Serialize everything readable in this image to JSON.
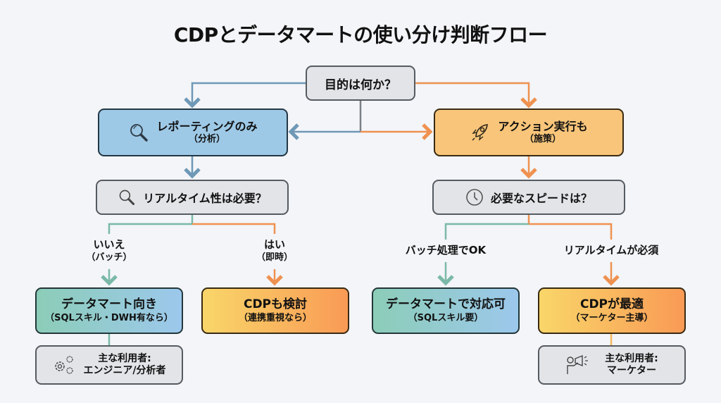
{
  "title": "CDPとデータマートの使い分け判断フロー",
  "colors": {
    "blue_line": "#6e98b6",
    "orange_line": "#ef9150",
    "teal_line": "#7bb9a6",
    "gray_line": "#7a8087"
  },
  "nodes": {
    "root": {
      "main": "目的は何か？"
    },
    "reporting": {
      "main": "レポーティングのみ",
      "sub": "（分析）",
      "icon": "magnifier-icon"
    },
    "action": {
      "main": "アクション実行も",
      "sub": "（施策）",
      "icon": "rocket-icon"
    },
    "realtime_q": {
      "main": "リアルタイム性は必要？",
      "icon": "magnifier-icon"
    },
    "speed_q": {
      "main": "必要なスピードは？",
      "icon": "clock-icon"
    },
    "datamart_fit": {
      "main": "データマート向き",
      "sub": "（SQLスキル・DWH有なら）"
    },
    "cdp_consider": {
      "main": "CDPも検討",
      "sub": "（連携重視なら）"
    },
    "datamart_ok": {
      "main": "データマートで対応可",
      "sub": "（SQLスキル要）"
    },
    "cdp_best": {
      "main": "CDPが最適",
      "sub": "（マーケター主導）"
    },
    "users_engineer": {
      "main": "主な利用者:",
      "sub": "エンジニア/分析者",
      "icon": "gears-icon"
    },
    "users_marketer": {
      "main": "主な利用者:",
      "sub": "マーケター",
      "icon": "megaphone-person-icon"
    }
  },
  "edge_labels": {
    "no": {
      "main": "いいえ",
      "sub": "（バッチ）"
    },
    "yes": {
      "main": "はい",
      "sub": "（即時）"
    },
    "batch_ok": {
      "main": "バッチ処理でOK"
    },
    "realtime_required": {
      "main": "リアルタイムが必須"
    }
  }
}
